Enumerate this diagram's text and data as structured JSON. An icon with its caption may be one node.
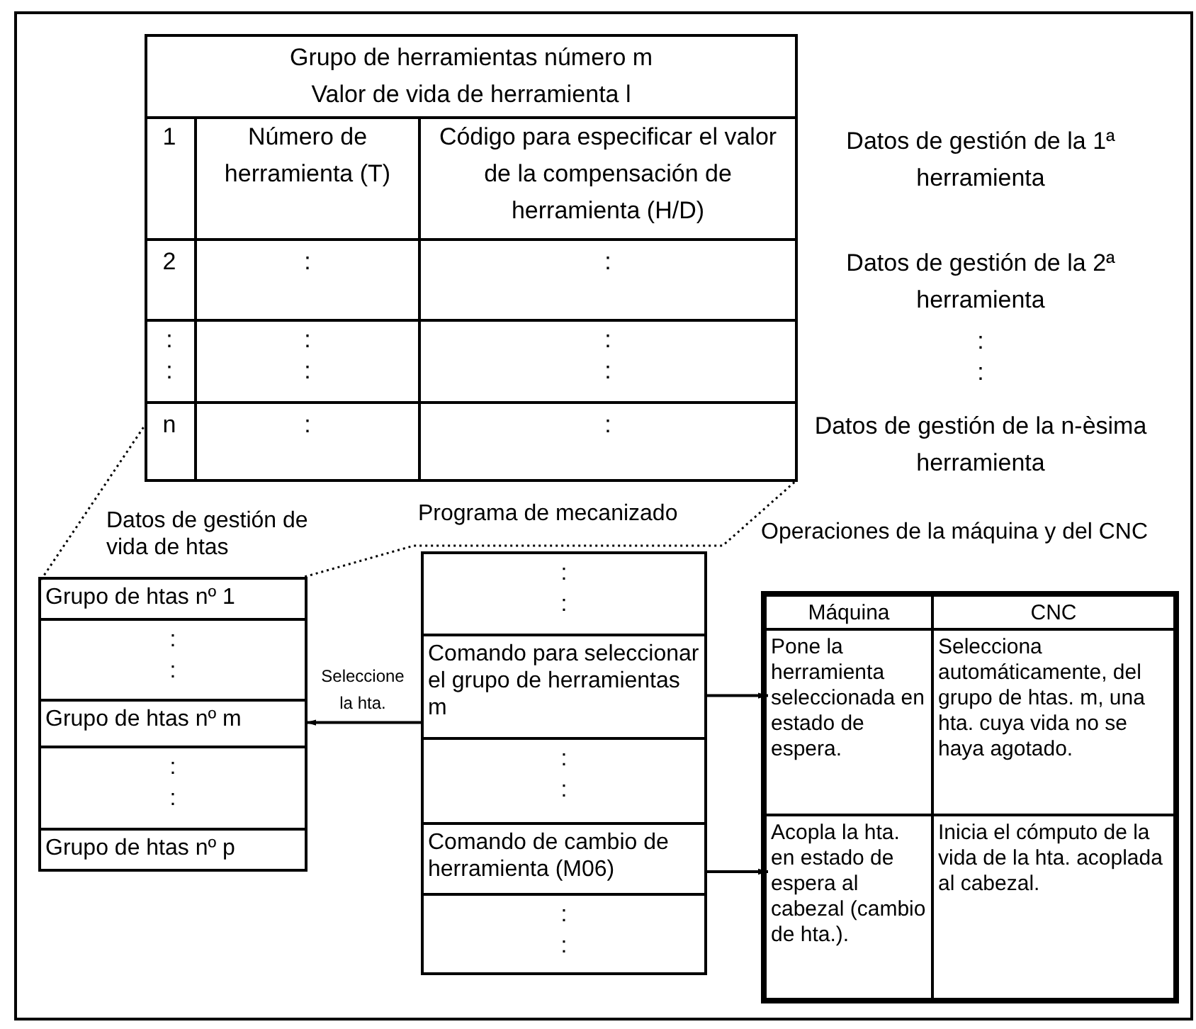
{
  "diagram": {
    "nodes": [
      {
        "text": [
          "Grupo de herramientas número m Valor de vida de herramienta l"
        ]
      },
      {
        "text": [
          "Datos de gestión de vida de htas"
        ]
      },
      {
        "text": [
          "Grupo de htas nº 1"
        ],
        "in": 1
      },
      {
        "text": [
          ": :"
        ],
        "in": 1
      },
      {
        "text": [
          "Grupo de htas nº m"
        ],
        "in": 1
      },
      {
        "text": [
          ": :"
        ],
        "in": 1
      },
      {
        "text": [
          "Grupo de htas nº p"
        ],
        "in": 1
      },
      {
        "text": [
          "Programa de mecanizado"
        ]
      },
      {
        "text": [
          ": :"
        ],
        "in": 7
      },
      {
        "text": [
          "Comando para seleccionar el grupo de herramientas m"
        ],
        "in": 7
      },
      {
        "text": [
          ": :"
        ],
        "in": 7
      },
      {
        "text": [
          "Comando de cambio de herramienta (M06)"
        ],
        "in": 7
      },
      {
        "text": [
          ": :"
        ],
        "in": 7
      },
      {
        "text": [
          "Operaciones de la máquina y del CNC"
        ]
      },
      {
        "text": [
          "Máquina"
        ],
        "in": 13
      },
      {
        "text": [
          "CNC"
        ],
        "in": 13
      },
      {
        "text": [
          "Pone la herramienta seleccionada en estado de espera."
        ],
        "in": 13
      },
      {
        "text": [
          "Selecciona automáticamente, del grupo de htas. m, una hta. cuya vida no se haya agotado."
        ],
        "in": 13
      },
      {
        "text": [
          "Acopla la hta. en estado de espera al cabezal (cambio de hta.)."
        ],
        "in": 13
      },
      {
        "text": [
          "Inicia el cómputo de la vida de la hta. acoplada al cabezal."
        ],
        "in": 13
      }
    ],
    "edges": [
      {
        "from": 9,
        "to": 4,
        "arrow": "to",
        "label": "Seleccione la hta."
      },
      {
        "from": 9,
        "to": 16,
        "arrow": "to"
      },
      {
        "from": 11,
        "to": 18,
        "arrow": "to"
      },
      {
        "from": 2,
        "to": 0,
        "arrow": "none",
        "style": "dashed"
      },
      {
        "from": 2,
        "to": 0,
        "arrow": "none",
        "style": "dashed"
      }
    ],
    "labels": [
      "1",
      "Número de herramienta (T)",
      "Código para especificar el valor de la compensación de herramienta (H/D)",
      "Datos de gestión de la 1ª herramienta",
      "2",
      ":",
      ":",
      "Datos de gestión de la 2ª herramienta",
      ": :",
      ": :",
      ": :",
      ": :",
      "n",
      ":",
      ":",
      "Datos de gestión de la n-èsima herramienta"
    ]
  }
}
